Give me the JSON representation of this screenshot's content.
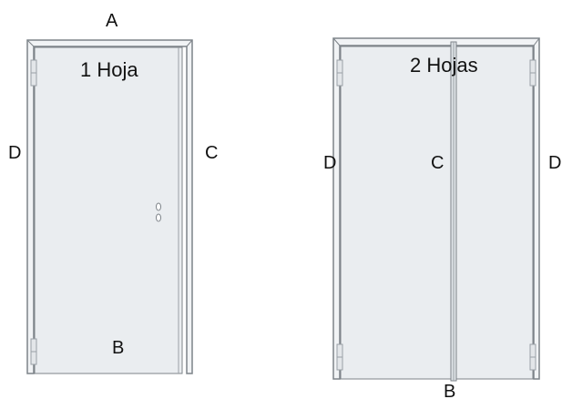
{
  "single_door": {
    "title": "1 Hoja",
    "edge_top": "A",
    "edge_bottom": "B",
    "edge_left": "D",
    "edge_right": "C"
  },
  "double_door": {
    "title": "2 Hojas",
    "edge_center": "C",
    "edge_bottom": "B",
    "edge_left": "D",
    "edge_right": "D"
  },
  "colors": {
    "frame": "#f1f3f5",
    "leaf": "#eaedf0",
    "stroke": "#7d8389",
    "hinge": "#9aa0a6",
    "text": "#111111"
  }
}
